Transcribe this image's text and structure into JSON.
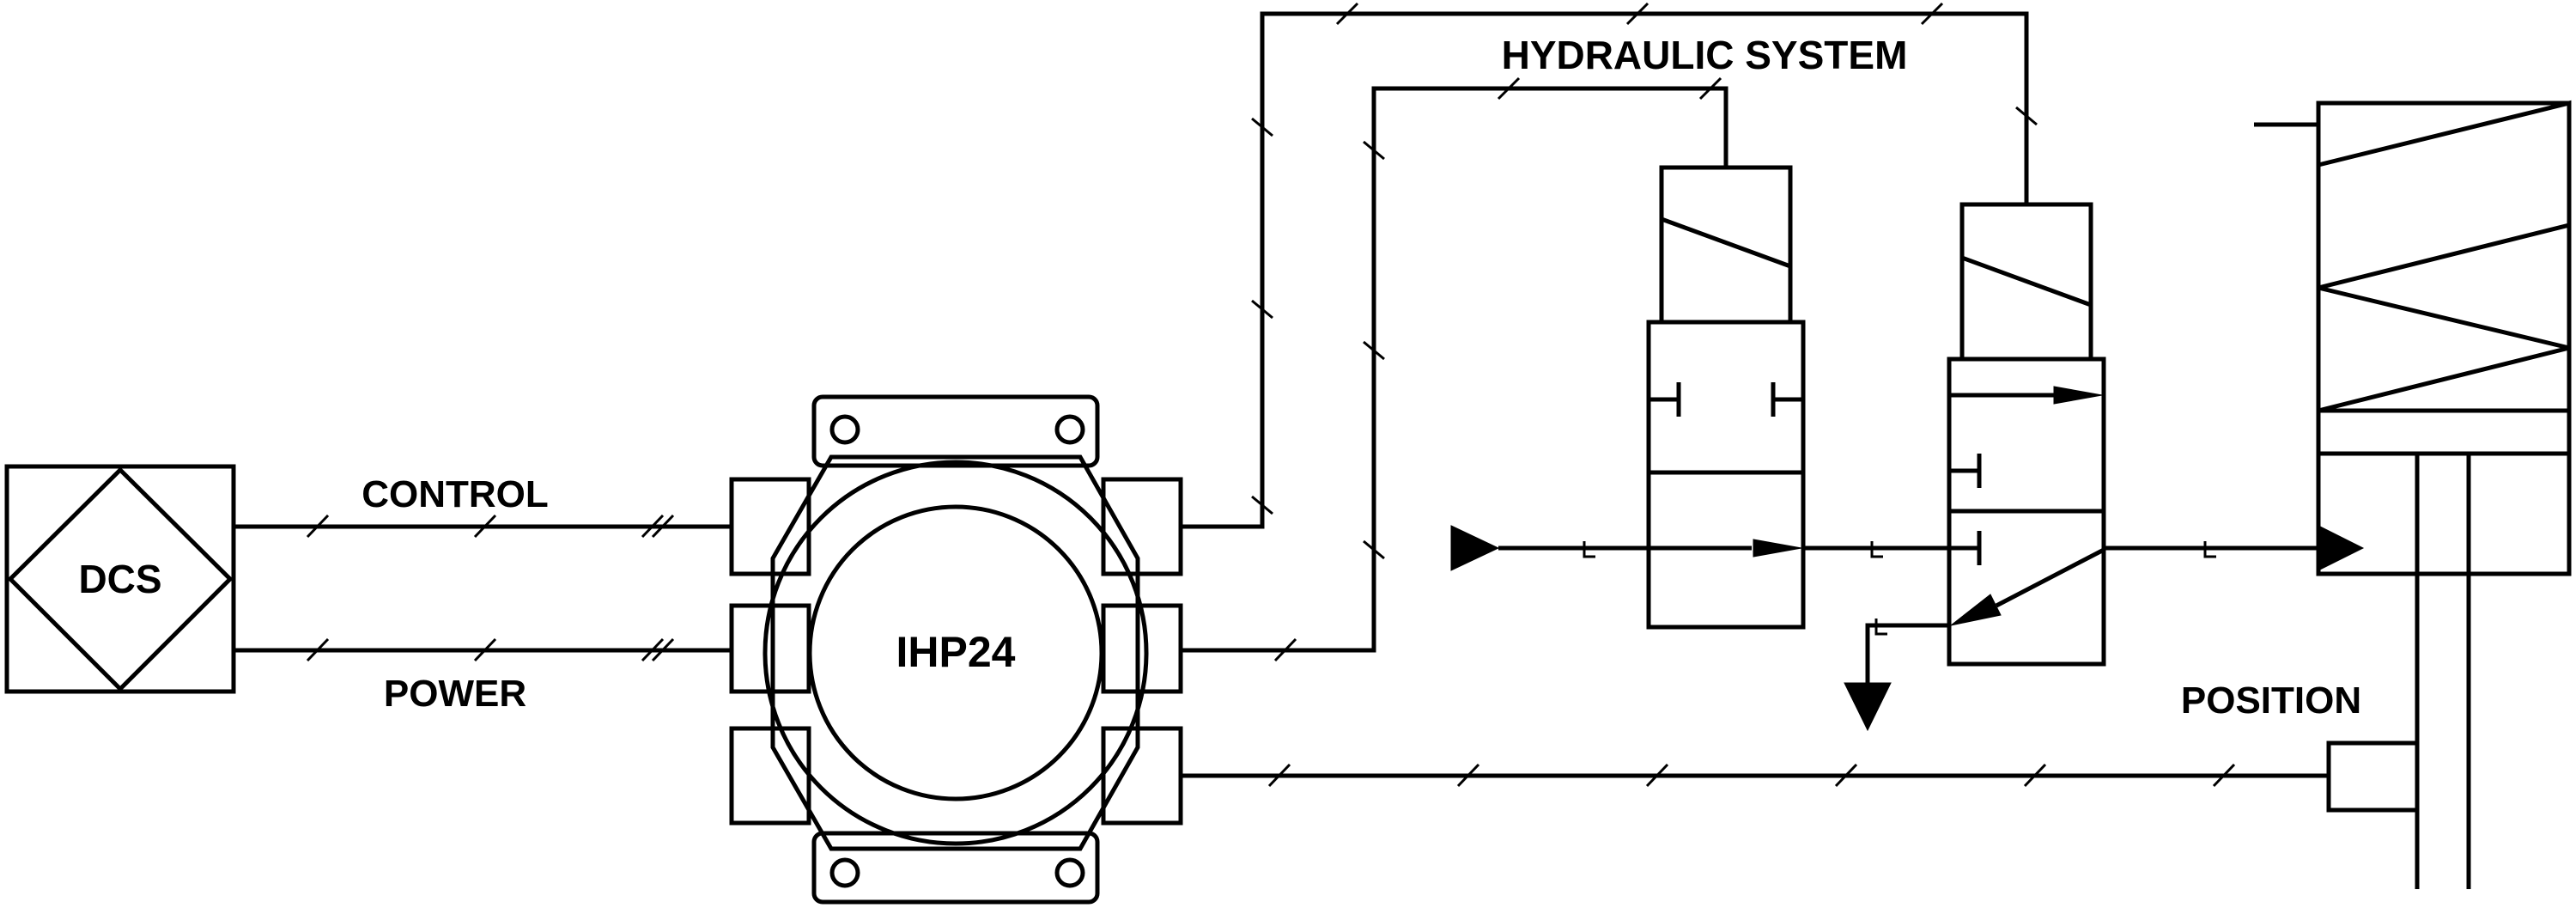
{
  "blocks": {
    "dcs": {
      "label": "DCS"
    },
    "ihp24": {
      "label": "IHP24"
    }
  },
  "signals": {
    "control": "CONTROL",
    "power": "POWER",
    "position": "POSITION"
  },
  "systems": {
    "hydraulic": "HYDRAULIC SYSTEM"
  },
  "colors": {
    "stroke": "#000000",
    "background": "#ffffff"
  },
  "icons": {
    "supply": "supply-triangle-icon",
    "exhaust": "exhaust-triangle-icon",
    "flow_arrow": "arrow-icon"
  }
}
